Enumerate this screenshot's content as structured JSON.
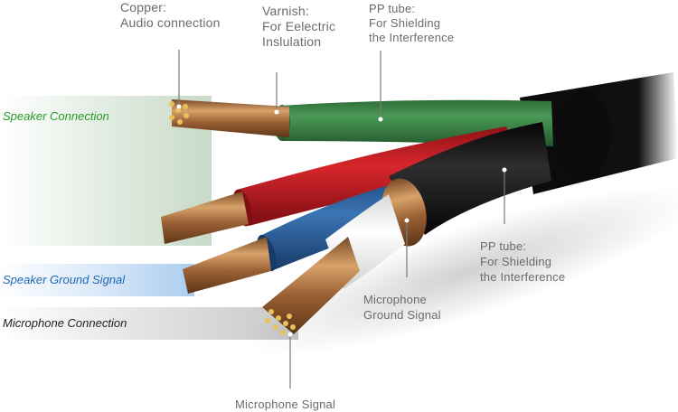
{
  "diagram": {
    "subject": "Shielded audio/microphone cable cross-section",
    "side_labels": {
      "speaker_connection": "Speaker Connection",
      "speaker_ground_signal": "Speaker Ground Signal",
      "microphone_connection": "Microphone Connection"
    },
    "callouts": {
      "copper": {
        "title": "Copper:",
        "lines": [
          "Audio connection"
        ]
      },
      "varnish": {
        "title": "Varnish:",
        "lines": [
          "For Eelectric",
          "Inslulation"
        ]
      },
      "pp_tube_top": {
        "title": "PP tube:",
        "lines": [
          "For Shielding",
          "the Interference"
        ]
      },
      "pp_tube_right": {
        "title": "PP tube:",
        "lines": [
          "For Shielding",
          "the Interference"
        ]
      },
      "microphone_ground_signal": {
        "lines": [
          "Microphone",
          "Ground Signal"
        ]
      },
      "microphone_signal": {
        "lines": [
          "Microphone Signal"
        ]
      }
    },
    "colors": {
      "speaker_label": "#2a9a2a",
      "ground_label": "#1d66b3",
      "mic_label": "#222222",
      "callout_text": "#6b6b6b",
      "green_wire": "#3f8a4a",
      "red_wire": "#c41f24",
      "blue_wire": "#2a5e9a",
      "black_jacket": "#141414",
      "copper": "#b8804e",
      "white_insulation": "#f2f2f2"
    }
  }
}
